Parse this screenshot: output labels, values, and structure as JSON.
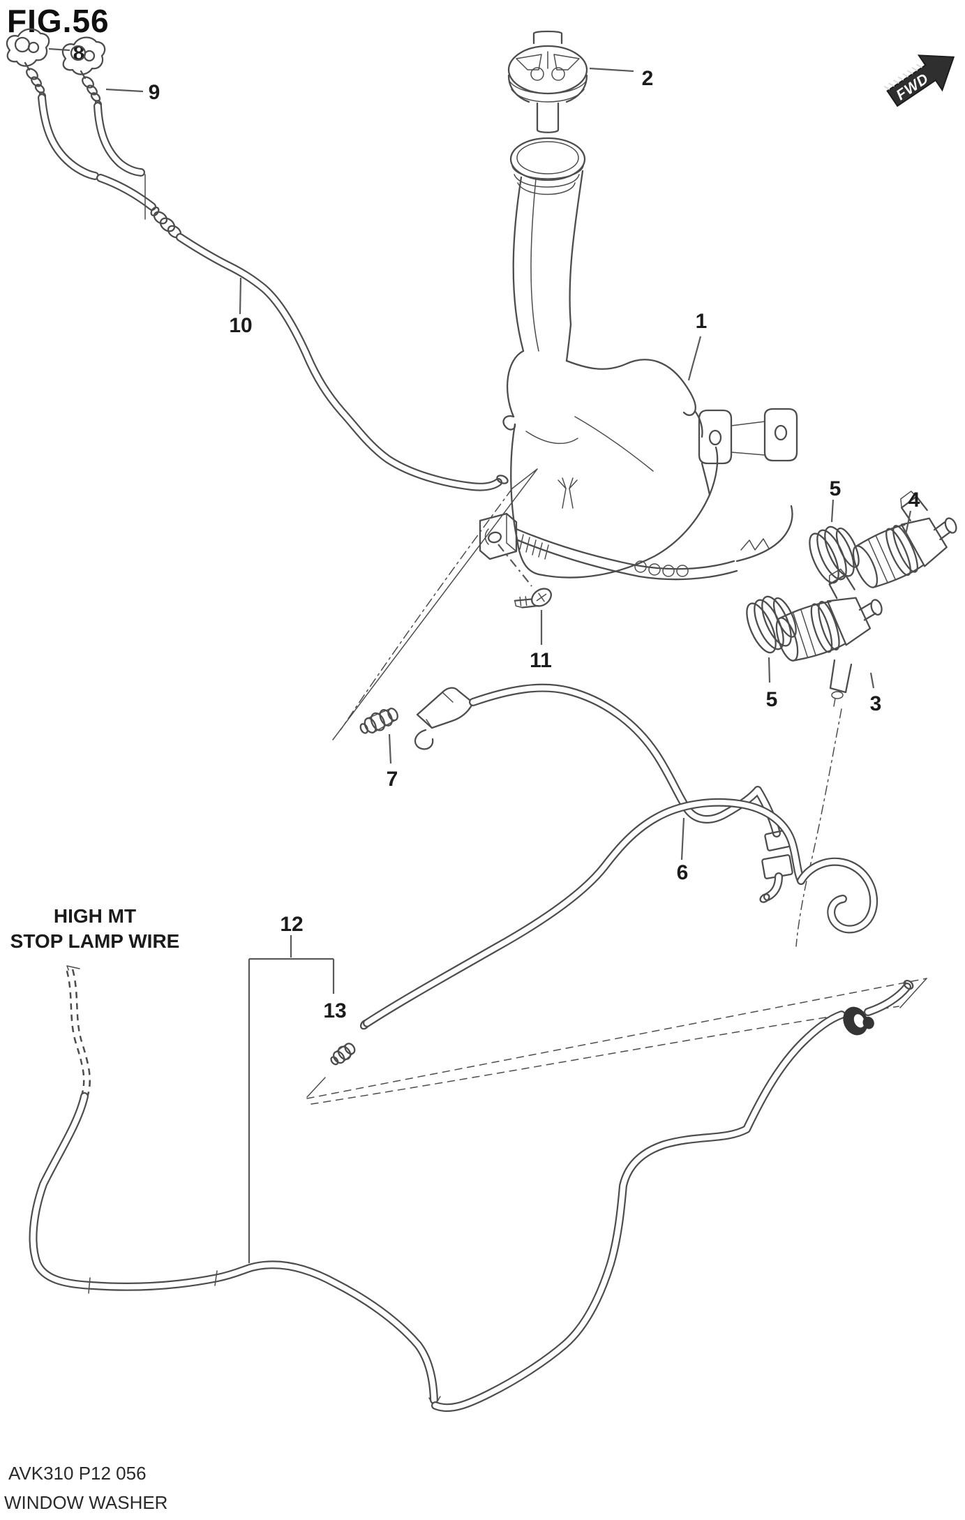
{
  "figure": {
    "title": "FIG.56",
    "direction_badge": "FWD"
  },
  "footer": {
    "code": "AVK310 P12 056",
    "caption": "WINDOW WASHER"
  },
  "annotations": {
    "high_mt_line1": "HIGH MT",
    "high_mt_line2": "STOP LAMP WIRE"
  },
  "part_labels": {
    "n1": "1",
    "n2": "2",
    "n3": "3",
    "n4": "4",
    "n5a": "5",
    "n5b": "5",
    "n6": "6",
    "n7": "7",
    "n8": "8",
    "n9": "9",
    "n10": "10",
    "n11": "11",
    "n12": "12",
    "n13": "13"
  }
}
